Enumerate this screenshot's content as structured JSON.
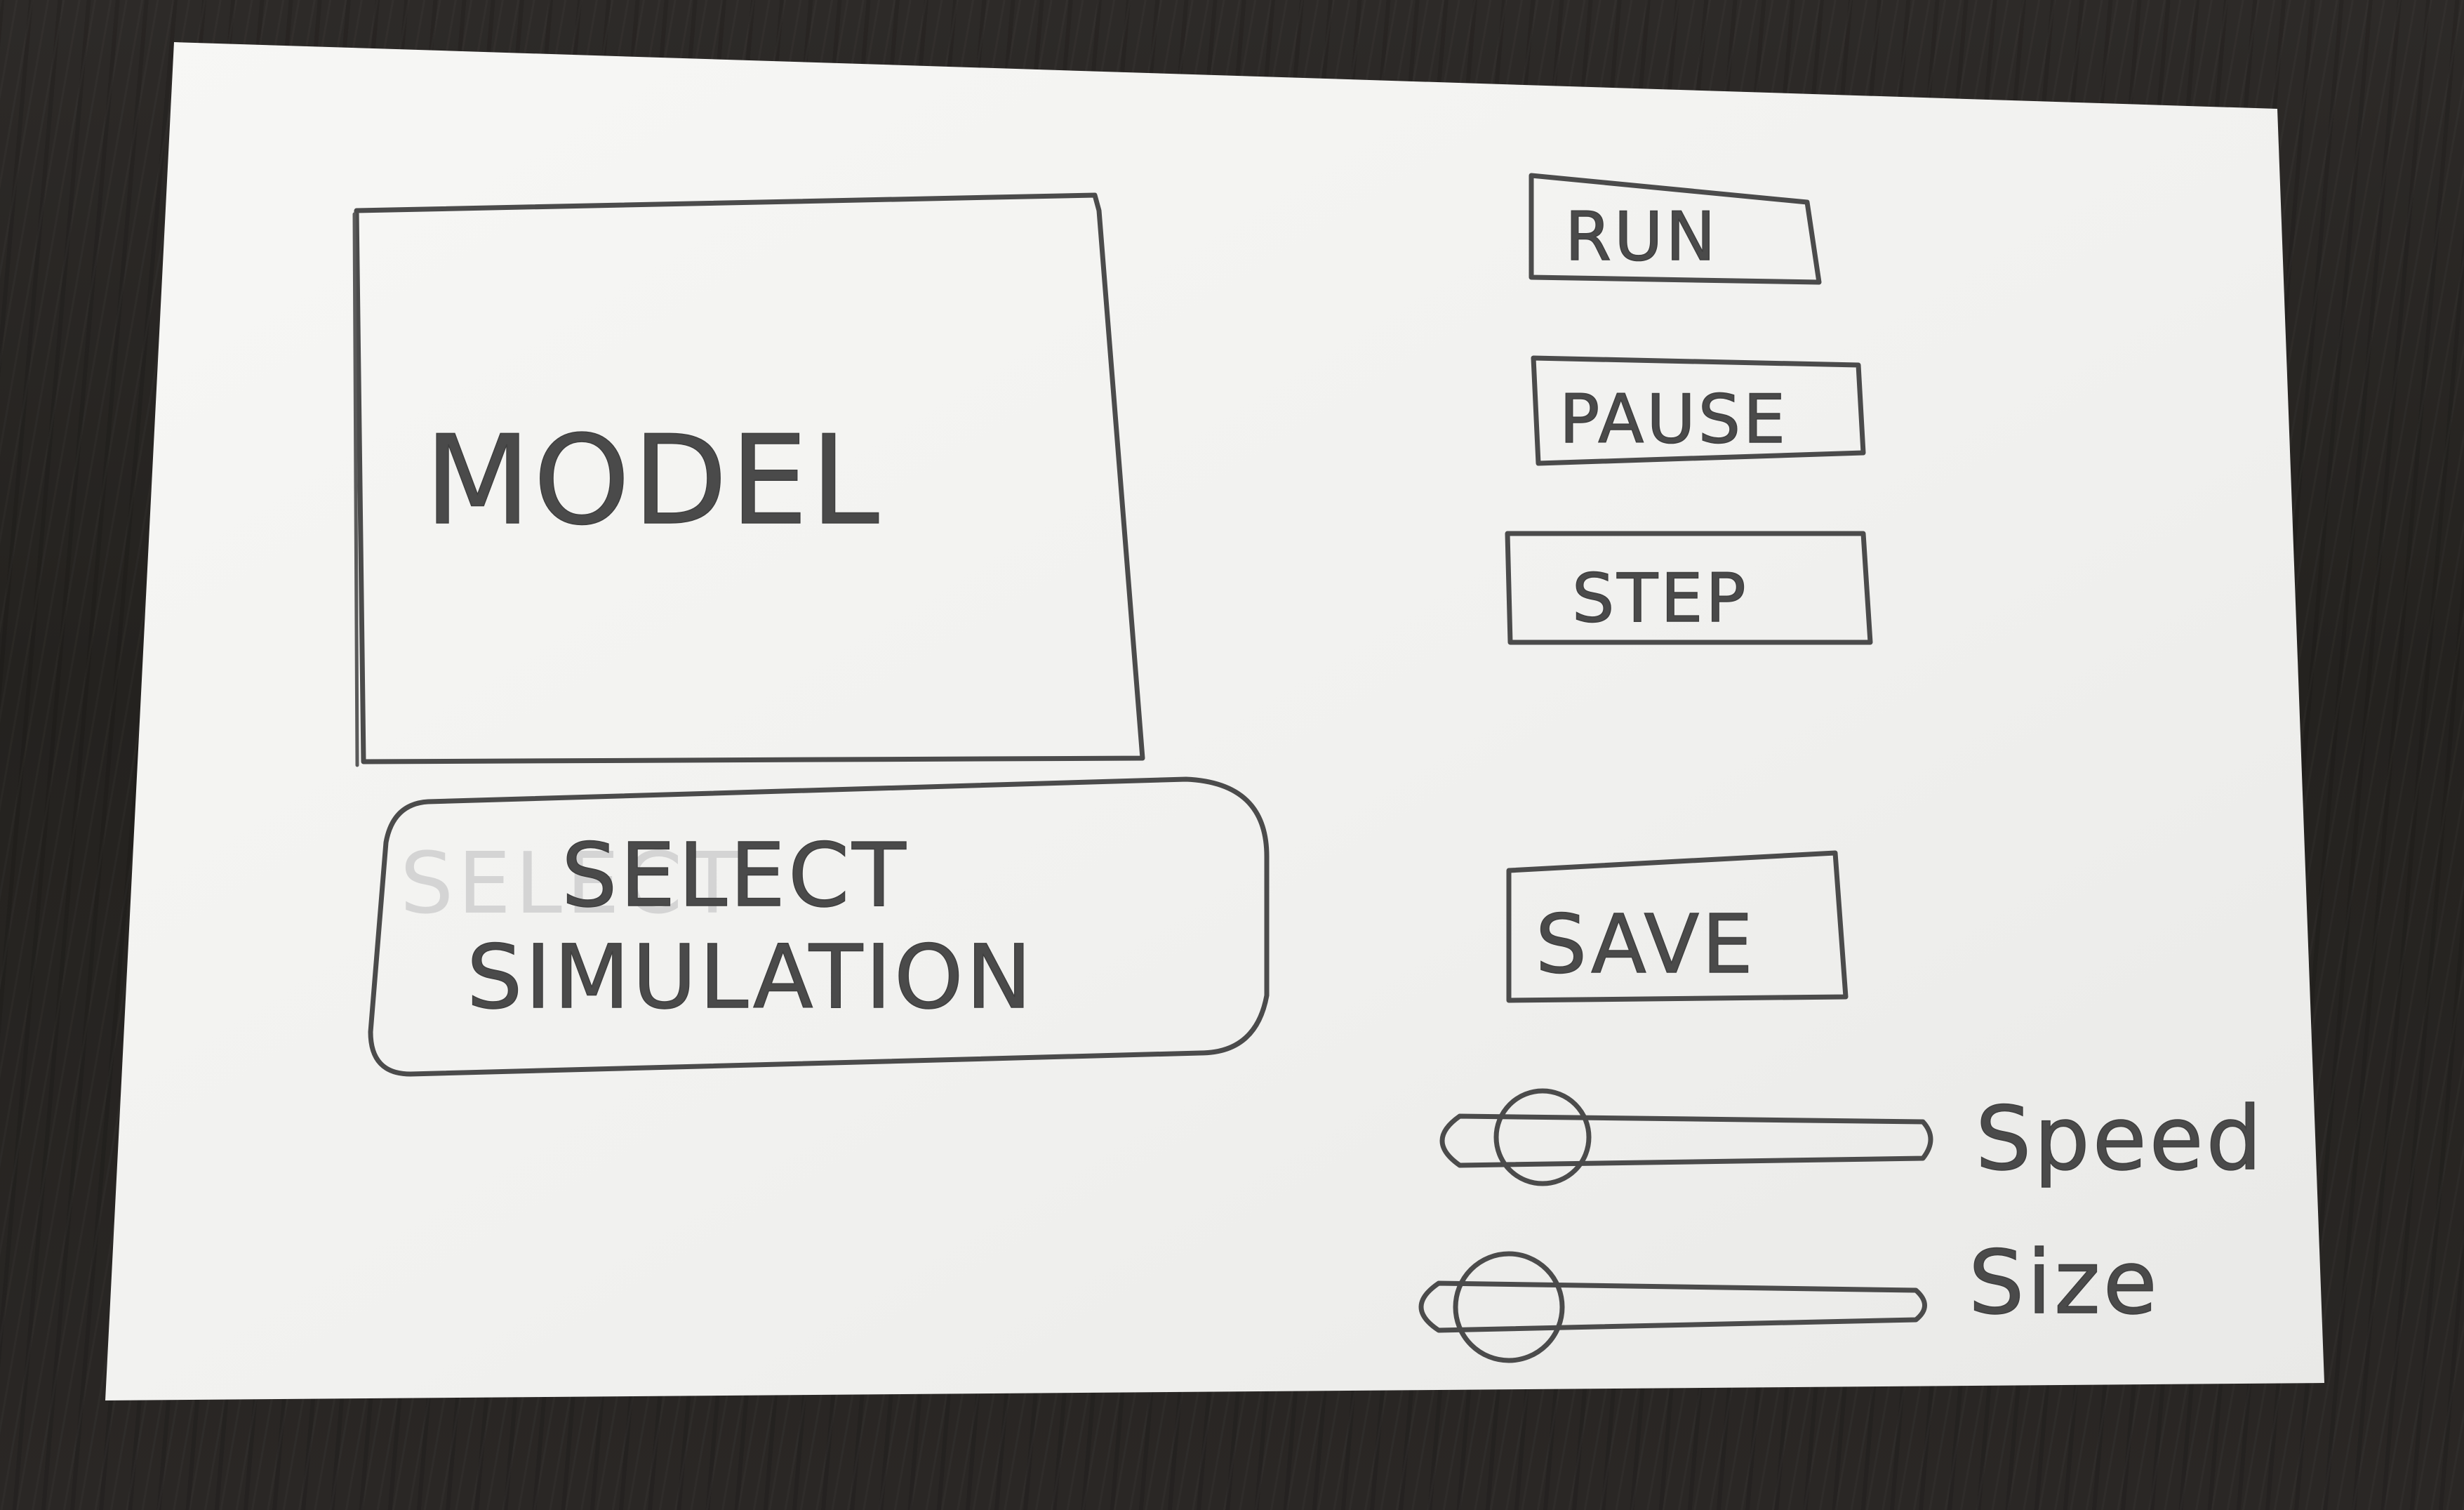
{
  "model": {
    "label": "MODEL"
  },
  "select_simulation": {
    "line1": "SELECT",
    "line2": "SIMULATION"
  },
  "buttons": {
    "run": "RUN",
    "pause": "PAUSE",
    "step": "STEP",
    "save": "SAVE"
  },
  "sliders": {
    "speed": {
      "label": "Speed"
    },
    "size": {
      "label": "Size"
    }
  },
  "colors": {
    "paper": "#f3f3f1",
    "pencil": "#4b4b4b",
    "desk": "#262422"
  }
}
